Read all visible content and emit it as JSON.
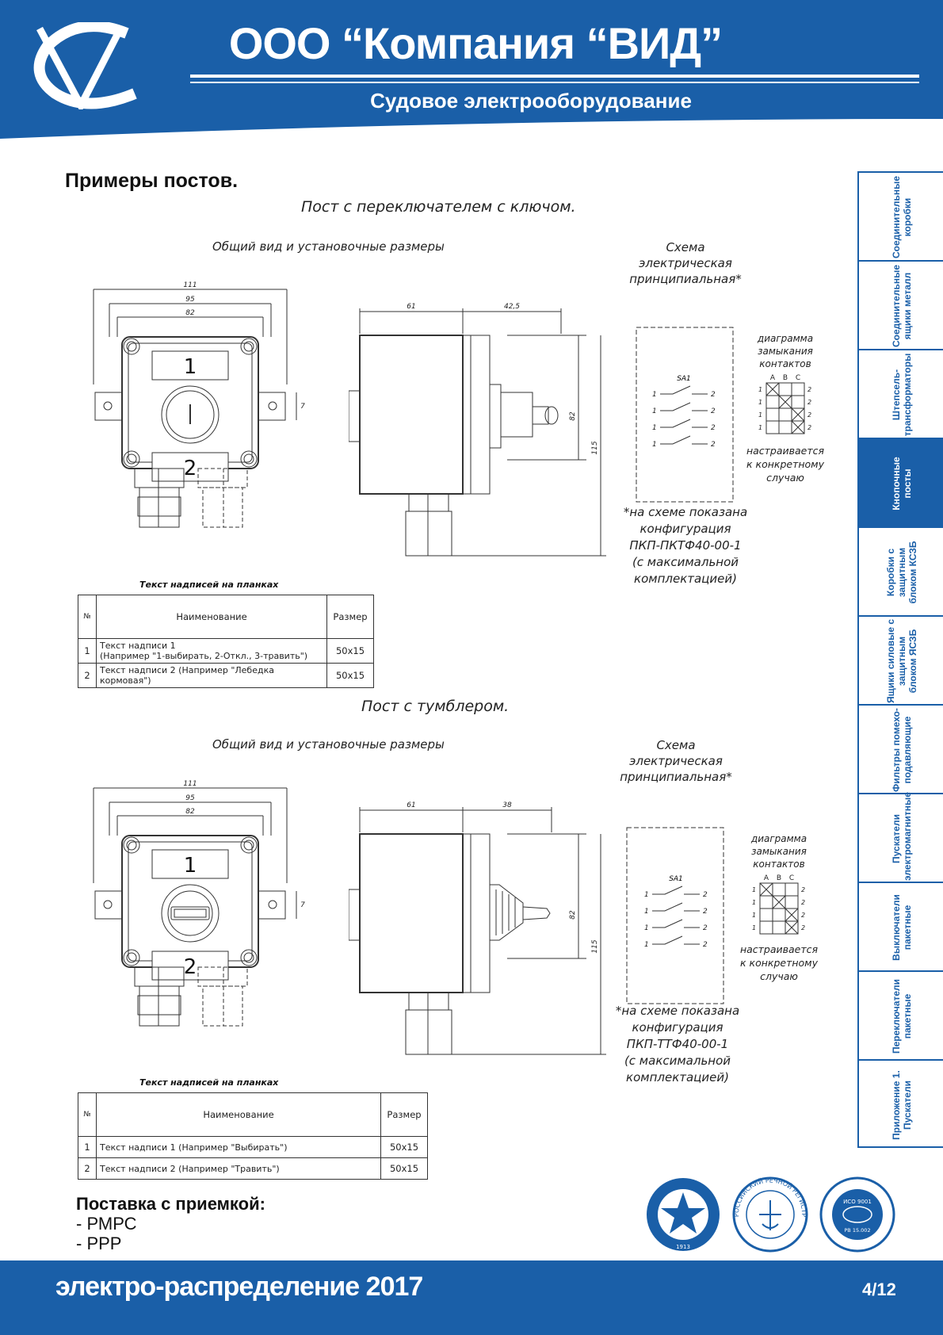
{
  "header": {
    "company": "ООО “Компания “ВИД”",
    "subtitle": "Судовое электрооборудование"
  },
  "section_title": "Примеры постов.",
  "post1": {
    "title": "Пост с переключателем с ключом.",
    "view_label": "Общий вид и установочные размеры",
    "schema_label": [
      "Схема",
      "электрическая",
      "принципиальная*"
    ],
    "dims": {
      "w1": "111",
      "w2": "95",
      "w3": "82",
      "d1": "61",
      "d2": "42,5",
      "h1": "82",
      "h2": "115",
      "m": "7"
    },
    "plate1": "1",
    "plate2": "2",
    "sa": "SA1",
    "diagram_label": [
      "диаграмма",
      "замыкания",
      "контактов"
    ],
    "abc": [
      "A",
      "B",
      "C"
    ],
    "custom_label": [
      "настраивается",
      "к конкретному",
      "случаю"
    ],
    "note": [
      "*на схеме показана",
      "конфигурация",
      "ПКП-ПКТФ40-00-1",
      "(с максимальной",
      "комплектацией)"
    ],
    "table_caption": "Текст надписей на планках",
    "table_headers": [
      "№",
      "Наименование",
      "Размер"
    ],
    "rows": [
      {
        "n": "1",
        "name1": "Текст надписи 1",
        "name2": "(Например \"1-выбирать, 2-Откл., 3-травить\")",
        "size": "50x15"
      },
      {
        "n": "2",
        "name1": "Текст надписи 2 (Например \"Лебедка кормовая\")",
        "name2": "",
        "size": "50x15"
      }
    ]
  },
  "post2": {
    "title": "Пост с тумблером.",
    "view_label": "Общий вид и установочные размеры",
    "schema_label": [
      "Схема",
      "электрическая",
      "принципиальная*"
    ],
    "dims": {
      "w1": "111",
      "w2": "95",
      "w3": "82",
      "d1": "61",
      "d2": "38",
      "h1": "82",
      "h2": "115",
      "m": "7"
    },
    "plate1": "1",
    "plate2": "2",
    "sa": "SA1",
    "diagram_label": [
      "диаграмма",
      "замыкания",
      "контактов"
    ],
    "abc": [
      "A",
      "B",
      "C"
    ],
    "custom_label": [
      "настраивается",
      "к конкретному",
      "случаю"
    ],
    "note": [
      "*на схеме показана",
      "конфигурация",
      "ПКП-ТТФ40-00-1",
      "(с максимальной",
      "комплектацией)"
    ],
    "table_caption": "Текст надписей на планках",
    "table_headers": [
      "№",
      "Наименование",
      "Размер"
    ],
    "rows": [
      {
        "n": "1",
        "name1": "Текст надписи 1 (Например \"Выбирать\")",
        "size": "50x15"
      },
      {
        "n": "2",
        "name1": "Текст надписи 2 (Например \"Травить\")",
        "size": "50x15"
      }
    ]
  },
  "contact_labels": {
    "left": "1",
    "right": "2"
  },
  "delivery": {
    "title": "Поставка с приемкой:",
    "items": [
      "- РМРС",
      "- РРР"
    ]
  },
  "tabs": [
    {
      "label": "Соединительные коробки",
      "active": false
    },
    {
      "label": "Соединительные ящики металл",
      "active": false
    },
    {
      "label": "Штепсель-трансформаторы",
      "active": false
    },
    {
      "label": "Кнопочные посты",
      "active": true
    },
    {
      "label": "Коробки с защитным блоком КСЗБ",
      "active": false
    },
    {
      "label": "Ящики силовые с защитным блоком ЯСЗБ",
      "active": false
    },
    {
      "label": "Фильтры помехо-подавляющие",
      "active": false
    },
    {
      "label": "Пускатели электромагнитные",
      "active": false
    },
    {
      "label": "Выключатели пакетные",
      "active": false
    },
    {
      "label": "Переключатели пакетные",
      "active": false
    },
    {
      "label": "Приложение 1. Пускатели",
      "active": false
    }
  ],
  "seals": {
    "s1_year": "1913",
    "s2_text": "РОССИЙСКИЙ РЕЧНОЙ РЕГИСТР",
    "s3_iso": "ИСО 9001",
    "s3_code": "РВ 15.002"
  },
  "footer": {
    "text": "электро-распределение 2017",
    "page": "4/12"
  },
  "colors": {
    "brand": "#1a5fa8"
  }
}
